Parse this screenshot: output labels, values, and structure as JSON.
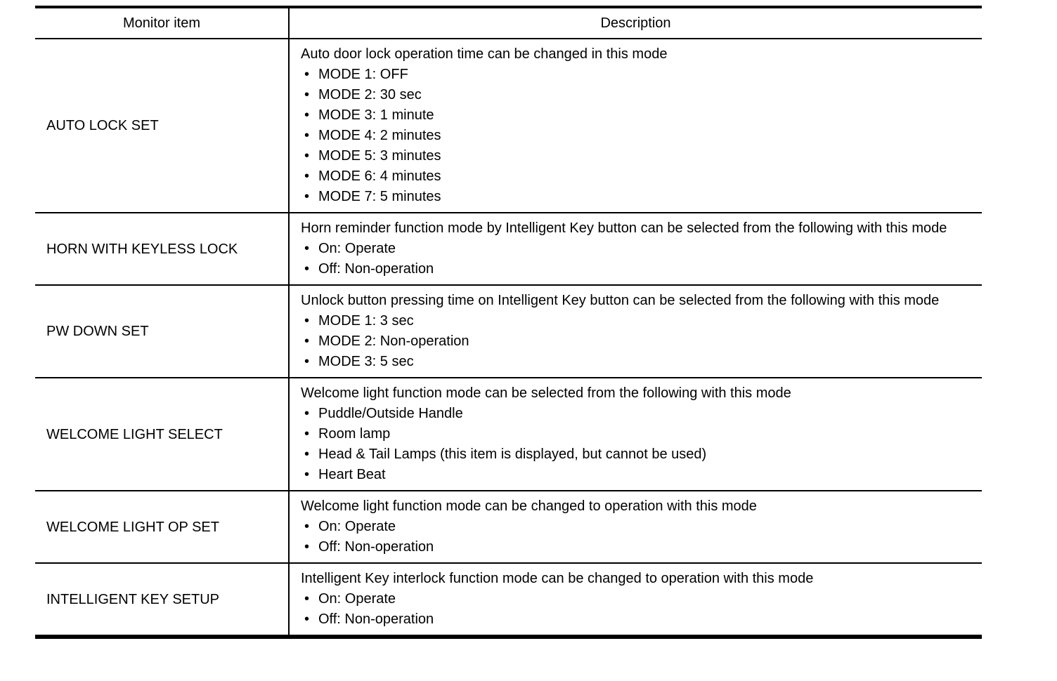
{
  "colors": {
    "border": "#000000",
    "background": "#ffffff",
    "text": "#000000"
  },
  "table": {
    "bullet_glyph": "•",
    "headers": {
      "monitor_item": "Monitor item",
      "description": "Description"
    },
    "rows": [
      {
        "item": "AUTO LOCK SET",
        "intro": "Auto door lock operation time can be changed in this mode",
        "bullets": [
          "MODE 1: OFF",
          "MODE 2: 30 sec",
          "MODE 3: 1 minute",
          "MODE 4: 2 minutes",
          "MODE 5: 3 minutes",
          "MODE 6: 4 minutes",
          "MODE 7: 5 minutes"
        ]
      },
      {
        "item": "HORN WITH KEYLESS LOCK",
        "intro": "Horn reminder function mode by Intelligent Key button can be selected from the following with this mode",
        "bullets": [
          "On: Operate",
          "Off: Non-operation"
        ]
      },
      {
        "item": "PW DOWN SET",
        "intro": "Unlock button pressing time on Intelligent Key button can be selected from the following with this mode",
        "bullets": [
          "MODE 1: 3 sec",
          "MODE 2: Non-operation",
          "MODE 3: 5 sec"
        ]
      },
      {
        "item": "WELCOME LIGHT SELECT",
        "intro": "Welcome light function mode can be selected from the following with this mode",
        "bullets": [
          "Puddle/Outside Handle",
          "Room lamp",
          "Head & Tail Lamps (this item is displayed, but cannot be used)",
          "Heart Beat"
        ]
      },
      {
        "item": "WELCOME LIGHT OP SET",
        "intro": "Welcome light function mode can be changed to operation with this mode",
        "bullets": [
          "On: Operate",
          "Off: Non-operation"
        ]
      },
      {
        "item": "INTELLIGENT KEY SETUP",
        "intro": "Intelligent Key interlock function mode can be changed to operation with this mode",
        "bullets": [
          "On: Operate",
          "Off: Non-operation"
        ]
      }
    ]
  }
}
